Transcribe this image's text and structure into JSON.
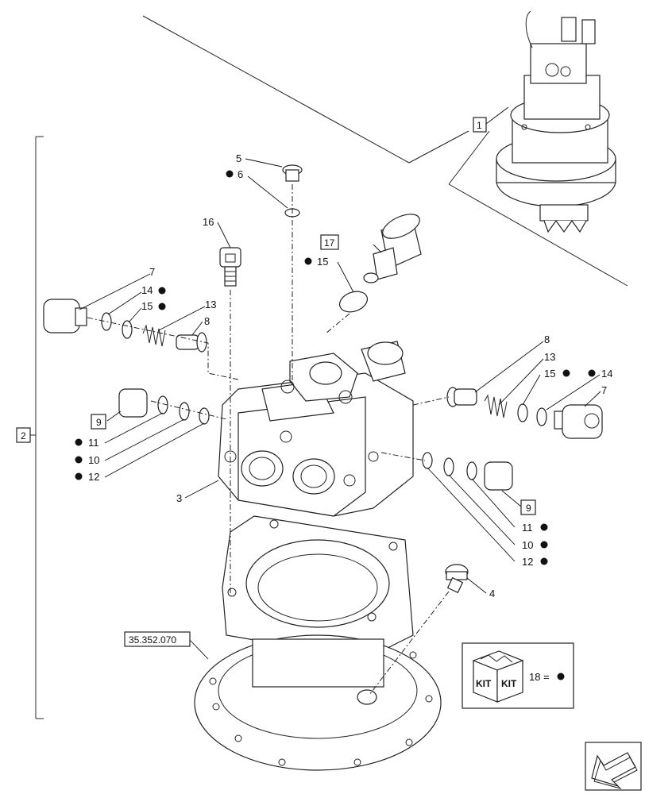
{
  "labels": {
    "l1": "1",
    "l2": "2",
    "l3": "3",
    "l4": "4",
    "l5": "5",
    "l6": "6",
    "l7a": "7",
    "l7b": "7",
    "l8a": "8",
    "l8b": "8",
    "l9a": "9",
    "l9b": "9",
    "l10a": "10",
    "l10b": "10",
    "l11a": "11",
    "l11b": "11",
    "l12a": "12",
    "l12b": "12",
    "l13a": "13",
    "l13b": "13",
    "l14a": "14",
    "l14b": "14",
    "l15a": "15",
    "l15b": "15",
    "l15c": "15",
    "l16": "16",
    "l17": "17"
  },
  "reference": "35.352.070",
  "kit": {
    "word_left": "KIT",
    "word_right": "KIT",
    "legend": "18 ="
  },
  "colors": {
    "ink": "#111111",
    "paper": "#ffffff"
  },
  "icons": {
    "kit_box": "kit-box-icon",
    "navigation": "arrow-bottom-left-icon",
    "marker": "filled-dot-icon"
  }
}
